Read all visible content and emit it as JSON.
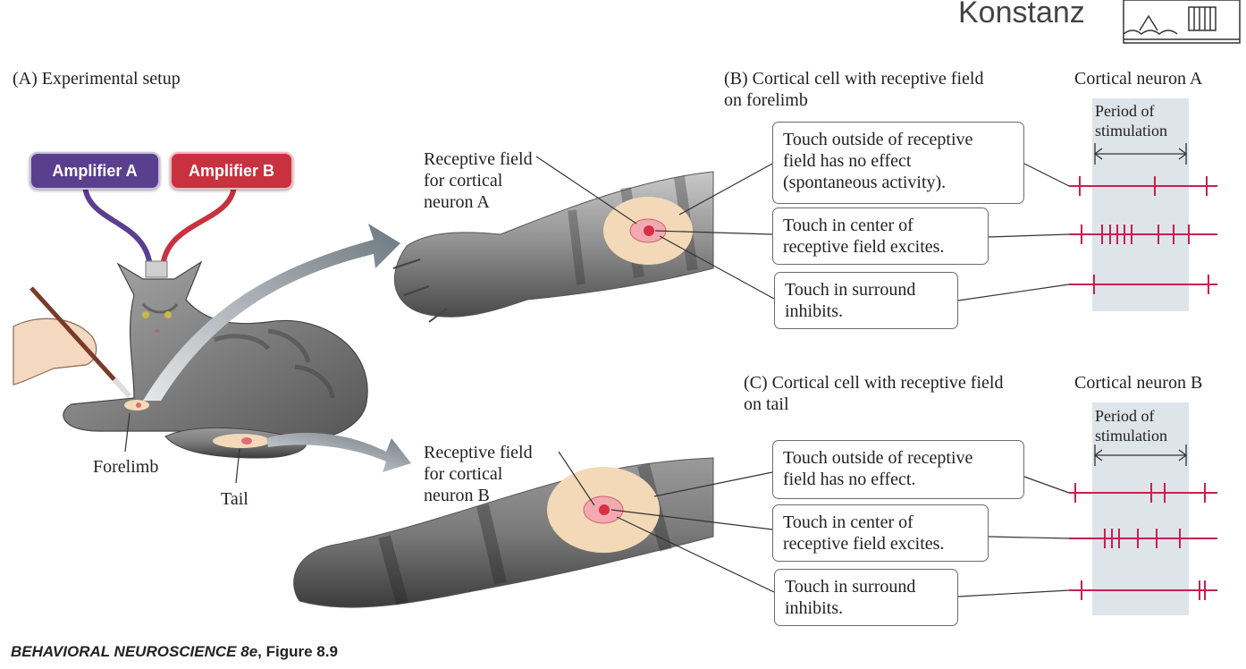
{
  "header": {
    "logo_text": "Konstanz"
  },
  "panelA": {
    "title": "(A)  Experimental setup",
    "amplifier_a": "Amplifier A",
    "amplifier_b": "Amplifier B",
    "label_forelimb": "Forelimb",
    "label_tail": "Tail"
  },
  "panelB": {
    "title": "(B)  Cortical cell with receptive field\non forelimb",
    "neuron_title": "Cortical neuron A",
    "period_label": "Period of\nstimulation",
    "rf_label": "Receptive field\nfor cortical\nneuron A",
    "box1": "Touch outside of receptive\nfield has no effect\n(spontaneous activity).",
    "box2": "Touch in center of\nreceptive field excites.",
    "box3": "Touch in surround\ninhibits."
  },
  "panelC": {
    "title": "(C)  Cortical cell with receptive field\non tail",
    "neuron_title": "Cortical neuron B",
    "period_label": "Period of\nstimulation",
    "rf_label": "Receptive field\nfor cortical\nneuron B",
    "box1": "Touch outside of receptive\nfield has no effect.",
    "box2": "Touch in center of\nreceptive field excites.",
    "box3": "Touch in surround\ninhibits."
  },
  "caption": {
    "book": "BEHAVIORAL NEUROSCIENCE 8e",
    "figure": ", Figure 8.9"
  },
  "colors": {
    "amp_a": "#5b3f8f",
    "amp_b": "#c8323f",
    "spike": "#c8204e",
    "period_bg": "#dde4ea",
    "receptive_field": "#f3d9b8"
  }
}
